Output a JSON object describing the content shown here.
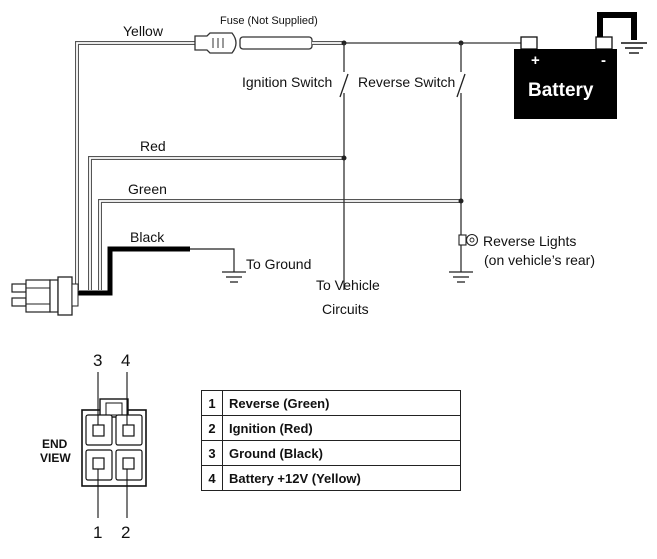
{
  "wiring": {
    "wire_yellow": "Yellow",
    "fuse": "Fuse (Not Supplied)",
    "wire_red": "Red",
    "wire_green": "Green",
    "wire_black": "Black",
    "ignition_switch": "Ignition Switch",
    "reverse_switch": "Reverse Switch",
    "to_ground": "To Ground",
    "to_vehicle_line1": "To Vehicle",
    "to_vehicle_line2": "Circuits",
    "reverse_lights_line1": "Reverse Lights",
    "reverse_lights_line2": "(on vehicle’s rear)",
    "battery_label": "Battery",
    "battery_plus": "+",
    "battery_minus": "-"
  },
  "connector": {
    "end_view_line1": "END",
    "end_view_line2": "VIEW",
    "pin_top_left": "3",
    "pin_top_right": "4",
    "pin_bottom_left": "1",
    "pin_bottom_right": "2"
  },
  "pin_table": {
    "rows": [
      {
        "pin": "1",
        "description": "Reverse (Green)"
      },
      {
        "pin": "2",
        "description": "Ignition (Red)"
      },
      {
        "pin": "3",
        "description": "Ground (Black)"
      },
      {
        "pin": "4",
        "description": "Battery +12V (Yellow)"
      }
    ]
  }
}
